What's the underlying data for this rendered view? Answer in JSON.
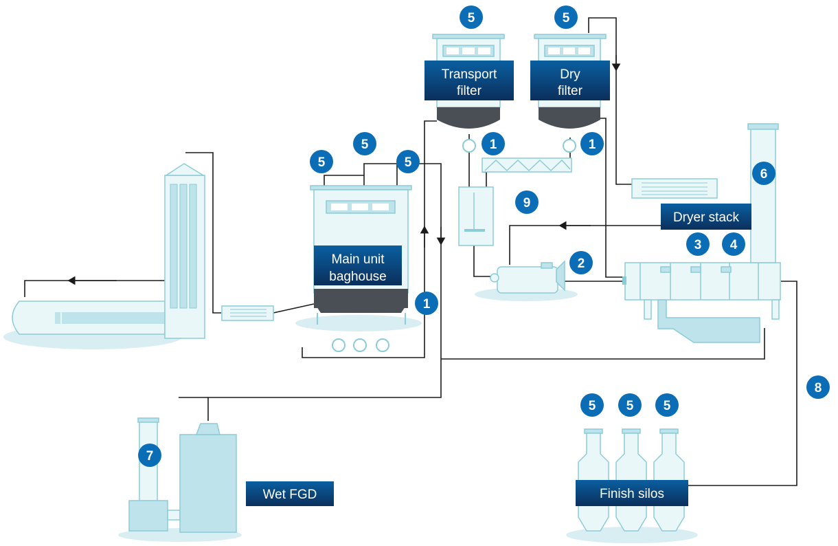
{
  "labels": {
    "transport_filter": [
      "Transport",
      "filter"
    ],
    "dry_filter": [
      "Dry",
      "filter"
    ],
    "main_unit_baghouse": [
      "Main unit",
      "baghouse"
    ],
    "dryer_stack": "Dryer stack",
    "wet_fgd": "Wet FGD",
    "finish_silos": "Finish silos"
  },
  "badges": [
    {
      "id": "transport-filter-5",
      "text": "5"
    },
    {
      "id": "dry-filter-5",
      "text": "5"
    },
    {
      "id": "transport-feeder-1",
      "text": "1"
    },
    {
      "id": "dry-feeder-1",
      "text": "1"
    },
    {
      "id": "baghouse-5-top",
      "text": "5"
    },
    {
      "id": "baghouse-5-left",
      "text": "5"
    },
    {
      "id": "baghouse-5-right",
      "text": "5"
    },
    {
      "id": "baghouse-feeder-1",
      "text": "1"
    },
    {
      "id": "mixer-9",
      "text": "9"
    },
    {
      "id": "burner-2",
      "text": "2"
    },
    {
      "id": "dryer-3",
      "text": "3"
    },
    {
      "id": "dryer-4",
      "text": "4"
    },
    {
      "id": "dryer-stack-6",
      "text": "6"
    },
    {
      "id": "fgd-stack-7",
      "text": "7"
    },
    {
      "id": "conveyor-8",
      "text": "8"
    },
    {
      "id": "silo-5-a",
      "text": "5"
    },
    {
      "id": "silo-5-b",
      "text": "5"
    },
    {
      "id": "silo-5-c",
      "text": "5"
    }
  ],
  "colors": {
    "badge": "#0a6db5",
    "label_box": "#0d3f73",
    "equipment_fill": "#bfe3ea",
    "hopper": "#4a4f55",
    "pipe": "#1b1b1b"
  }
}
